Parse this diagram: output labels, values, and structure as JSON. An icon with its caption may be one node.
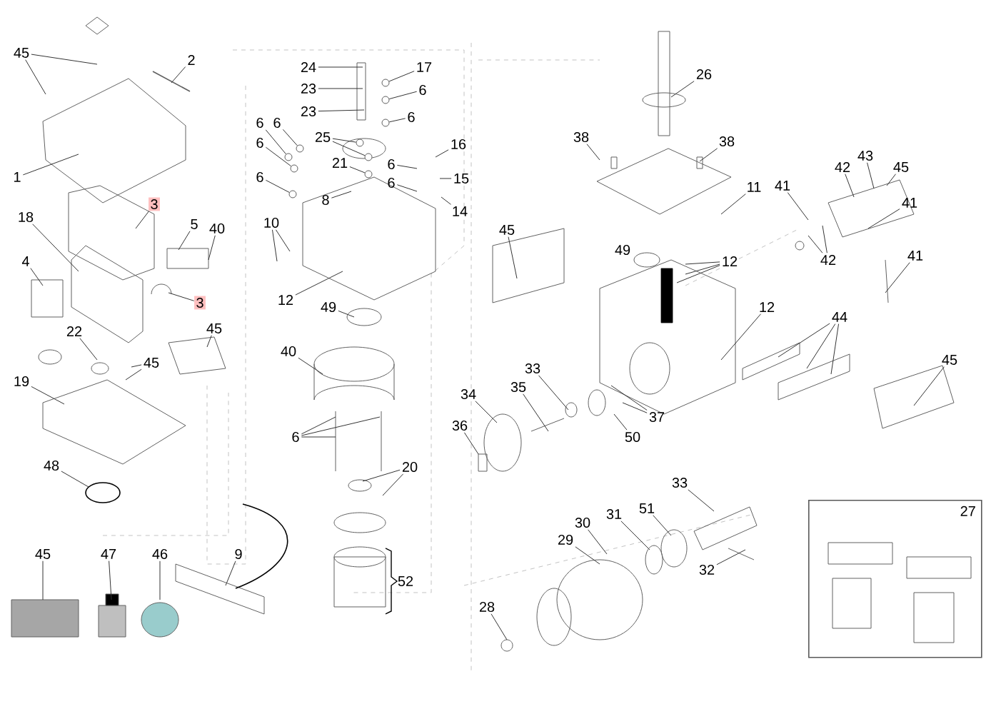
{
  "diagram": {
    "nodes": [
      {
        "text": [
          "45"
        ]
      },
      {
        "text": [
          "2"
        ]
      },
      {
        "text": [
          "1"
        ]
      },
      {
        "text": [
          "3"
        ]
      },
      {
        "text": [
          "18"
        ]
      },
      {
        "text": [
          "5"
        ]
      },
      {
        "text": [
          "40"
        ]
      },
      {
        "text": [
          "4"
        ]
      },
      {
        "text": [
          "3"
        ]
      },
      {
        "text": [
          "45"
        ]
      },
      {
        "text": [
          "22"
        ]
      },
      {
        "text": [
          "45"
        ]
      },
      {
        "text": [
          "19"
        ]
      },
      {
        "text": [
          "48"
        ]
      },
      {
        "text": [
          "45"
        ]
      },
      {
        "text": [
          "47"
        ]
      },
      {
        "text": [
          "46"
        ]
      },
      {
        "text": [
          "9"
        ]
      },
      {
        "text": [
          "24"
        ]
      },
      {
        "text": [
          "23"
        ]
      },
      {
        "text": [
          "23"
        ]
      },
      {
        "text": [
          "17"
        ]
      },
      {
        "text": [
          "6"
        ]
      },
      {
        "text": [
          "6"
        ]
      },
      {
        "text": [
          "25"
        ]
      },
      {
        "text": [
          "6"
        ]
      },
      {
        "text": [
          "6"
        ]
      },
      {
        "text": [
          "21"
        ]
      },
      {
        "text": [
          "6"
        ]
      },
      {
        "text": [
          "6"
        ]
      },
      {
        "text": [
          "8"
        ]
      },
      {
        "text": [
          "6"
        ]
      },
      {
        "text": [
          "6"
        ]
      },
      {
        "text": [
          "16"
        ]
      },
      {
        "text": [
          "15"
        ]
      },
      {
        "text": [
          "14"
        ]
      },
      {
        "text": [
          "10"
        ]
      },
      {
        "text": [
          "12"
        ]
      },
      {
        "text": [
          "49"
        ]
      },
      {
        "text": [
          "40"
        ]
      },
      {
        "text": [
          "6"
        ]
      },
      {
        "text": [
          "20"
        ]
      },
      {
        "text": [
          "52"
        ]
      },
      {
        "text": [
          "26"
        ]
      },
      {
        "text": [
          "38"
        ]
      },
      {
        "text": [
          "38"
        ]
      },
      {
        "text": [
          "11"
        ]
      },
      {
        "text": [
          "45"
        ]
      },
      {
        "text": [
          "49"
        ]
      },
      {
        "text": [
          "12"
        ]
      },
      {
        "text": [
          "12"
        ]
      },
      {
        "text": [
          "41"
        ]
      },
      {
        "text": [
          "42"
        ]
      },
      {
        "text": [
          "43"
        ]
      },
      {
        "text": [
          "45"
        ]
      },
      {
        "text": [
          "41"
        ]
      },
      {
        "text": [
          "42"
        ]
      },
      {
        "text": [
          "41"
        ]
      },
      {
        "text": [
          "44"
        ]
      },
      {
        "text": [
          "45"
        ]
      },
      {
        "text": [
          "33"
        ]
      },
      {
        "text": [
          "35"
        ]
      },
      {
        "text": [
          "34"
        ]
      },
      {
        "text": [
          "36"
        ]
      },
      {
        "text": [
          "50"
        ]
      },
      {
        "text": [
          "37"
        ]
      },
      {
        "text": [
          "33"
        ]
      },
      {
        "text": [
          "51"
        ]
      },
      {
        "text": [
          "31"
        ]
      },
      {
        "text": [
          "30"
        ]
      },
      {
        "text": [
          "29"
        ]
      },
      {
        "text": [
          "32"
        ]
      },
      {
        "text": [
          "28"
        ]
      },
      {
        "text": [
          "27"
        ]
      },
      {
        "text": [],
        "shape": "circle"
      },
      {
        "text": [],
        "shape": "circle"
      },
      {
        "text": [],
        "shape": "circle"
      },
      {
        "text": [],
        "shape": "circle"
      },
      {
        "text": [],
        "shape": "circle"
      },
      {
        "text": [],
        "shape": "circle"
      },
      {
        "text": [],
        "shape": "circle"
      },
      {
        "text": [],
        "shape": "circle"
      },
      {
        "text": [],
        "shape": "circle"
      },
      {
        "text": [],
        "shape": "circle"
      }
    ],
    "edges": [
      {
        "from": 0,
        "to": null,
        "arrow": "none"
      },
      {
        "from": 0,
        "to": null,
        "arrow": "none"
      },
      {
        "from": 1,
        "to": null,
        "arrow": "none"
      },
      {
        "from": 2,
        "to": null,
        "arrow": "none"
      },
      {
        "from": 3,
        "to": null,
        "arrow": "none"
      },
      {
        "from": 4,
        "to": null,
        "arrow": "none"
      },
      {
        "from": 5,
        "to": null,
        "arrow": "none"
      },
      {
        "from": 6,
        "to": null,
        "arrow": "none"
      },
      {
        "from": 7,
        "to": null,
        "arrow": "none"
      },
      {
        "from": 8,
        "to": null,
        "arrow": "none"
      },
      {
        "from": 9,
        "to": null,
        "arrow": "none"
      },
      {
        "from": 10,
        "to": null,
        "arrow": "none"
      },
      {
        "from": 11,
        "to": null,
        "arrow": "none"
      },
      {
        "from": 11,
        "to": null,
        "arrow": "none"
      },
      {
        "from": 12,
        "to": null,
        "arrow": "none"
      },
      {
        "from": 13,
        "to": null,
        "arrow": "none"
      },
      {
        "from": 14,
        "to": null,
        "arrow": "none"
      },
      {
        "from": 15,
        "to": null,
        "arrow": "none"
      },
      {
        "from": 16,
        "to": null,
        "arrow": "none"
      },
      {
        "from": 17,
        "to": null,
        "arrow": "none"
      },
      {
        "from": 18,
        "to": null,
        "arrow": "none"
      },
      {
        "from": 19,
        "to": null,
        "arrow": "none"
      },
      {
        "from": 20,
        "to": null,
        "arrow": "none"
      },
      {
        "from": 21,
        "to": 74,
        "arrow": "none"
      },
      {
        "from": 22,
        "to": 75,
        "arrow": "none"
      },
      {
        "from": 23,
        "to": 76,
        "arrow": "none"
      },
      {
        "from": 24,
        "to": 77,
        "arrow": "none"
      },
      {
        "from": 24,
        "to": 80,
        "arrow": "none"
      },
      {
        "from": 25,
        "to": 79,
        "arrow": "none"
      },
      {
        "from": 26,
        "to": 78,
        "arrow": "none"
      },
      {
        "from": 27,
        "to": 82,
        "arrow": "none"
      },
      {
        "from": 28,
        "to": 81,
        "arrow": "none"
      },
      {
        "from": 29,
        "to": 83,
        "arrow": "none"
      },
      {
        "from": 30,
        "to": null,
        "arrow": "none"
      },
      {
        "from": 31,
        "to": null,
        "arrow": "none"
      },
      {
        "from": 32,
        "to": null,
        "arrow": "none"
      },
      {
        "from": 33,
        "to": null,
        "arrow": "none"
      },
      {
        "from": 34,
        "to": null,
        "arrow": "none"
      },
      {
        "from": 35,
        "to": null,
        "arrow": "none"
      },
      {
        "from": 36,
        "to": null,
        "arrow": "none"
      },
      {
        "from": 36,
        "to": null,
        "arrow": "none"
      },
      {
        "from": 37,
        "to": null,
        "arrow": "none"
      },
      {
        "from": 38,
        "to": null,
        "arrow": "none"
      },
      {
        "from": 39,
        "to": null,
        "arrow": "none"
      },
      {
        "from": 40,
        "to": null,
        "arrow": "none"
      },
      {
        "from": 40,
        "to": null,
        "arrow": "none"
      },
      {
        "from": 40,
        "to": null,
        "arrow": "none"
      },
      {
        "from": 41,
        "to": null,
        "arrow": "none"
      },
      {
        "from": 41,
        "to": null,
        "arrow": "none"
      },
      {
        "from": 43,
        "to": null,
        "arrow": "none"
      },
      {
        "from": 44,
        "to": null,
        "arrow": "none"
      },
      {
        "from": 45,
        "to": null,
        "arrow": "none"
      },
      {
        "from": 46,
        "to": null,
        "arrow": "none"
      },
      {
        "from": 47,
        "to": null,
        "arrow": "none"
      },
      {
        "from": 49,
        "to": null,
        "arrow": "none"
      },
      {
        "from": 49,
        "to": null,
        "arrow": "none"
      },
      {
        "from": 49,
        "to": null,
        "arrow": "none"
      },
      {
        "from": 50,
        "to": null,
        "arrow": "none"
      },
      {
        "from": 51,
        "to": null,
        "arrow": "none"
      },
      {
        "from": 52,
        "to": null,
        "arrow": "none"
      },
      {
        "from": 53,
        "to": null,
        "arrow": "none"
      },
      {
        "from": 54,
        "to": null,
        "arrow": "none"
      },
      {
        "from": 55,
        "to": null,
        "arrow": "none"
      },
      {
        "from": 56,
        "to": null,
        "arrow": "none"
      },
      {
        "from": 56,
        "to": null,
        "arrow": "none"
      },
      {
        "from": 57,
        "to": null,
        "arrow": "none"
      },
      {
        "from": 58,
        "to": null,
        "arrow": "none"
      },
      {
        "from": 58,
        "to": null,
        "arrow": "none"
      },
      {
        "from": 58,
        "to": null,
        "arrow": "none"
      },
      {
        "from": 59,
        "to": null,
        "arrow": "none"
      },
      {
        "from": 60,
        "to": null,
        "arrow": "none"
      },
      {
        "from": 61,
        "to": null,
        "arrow": "none"
      },
      {
        "from": 62,
        "to": null,
        "arrow": "none"
      },
      {
        "from": 63,
        "to": null,
        "arrow": "none"
      },
      {
        "from": 64,
        "to": null,
        "arrow": "none"
      },
      {
        "from": 65,
        "to": null,
        "arrow": "none"
      },
      {
        "from": 65,
        "to": null,
        "arrow": "none"
      },
      {
        "from": 66,
        "to": null,
        "arrow": "none"
      },
      {
        "from": 67,
        "to": null,
        "arrow": "none"
      },
      {
        "from": 68,
        "to": null,
        "arrow": "none"
      },
      {
        "from": 69,
        "to": null,
        "arrow": "none"
      },
      {
        "from": 70,
        "to": null,
        "arrow": "none"
      },
      {
        "from": 71,
        "to": null,
        "arrow": "none"
      },
      {
        "from": 72,
        "to": null,
        "arrow": "none"
      }
    ]
  }
}
